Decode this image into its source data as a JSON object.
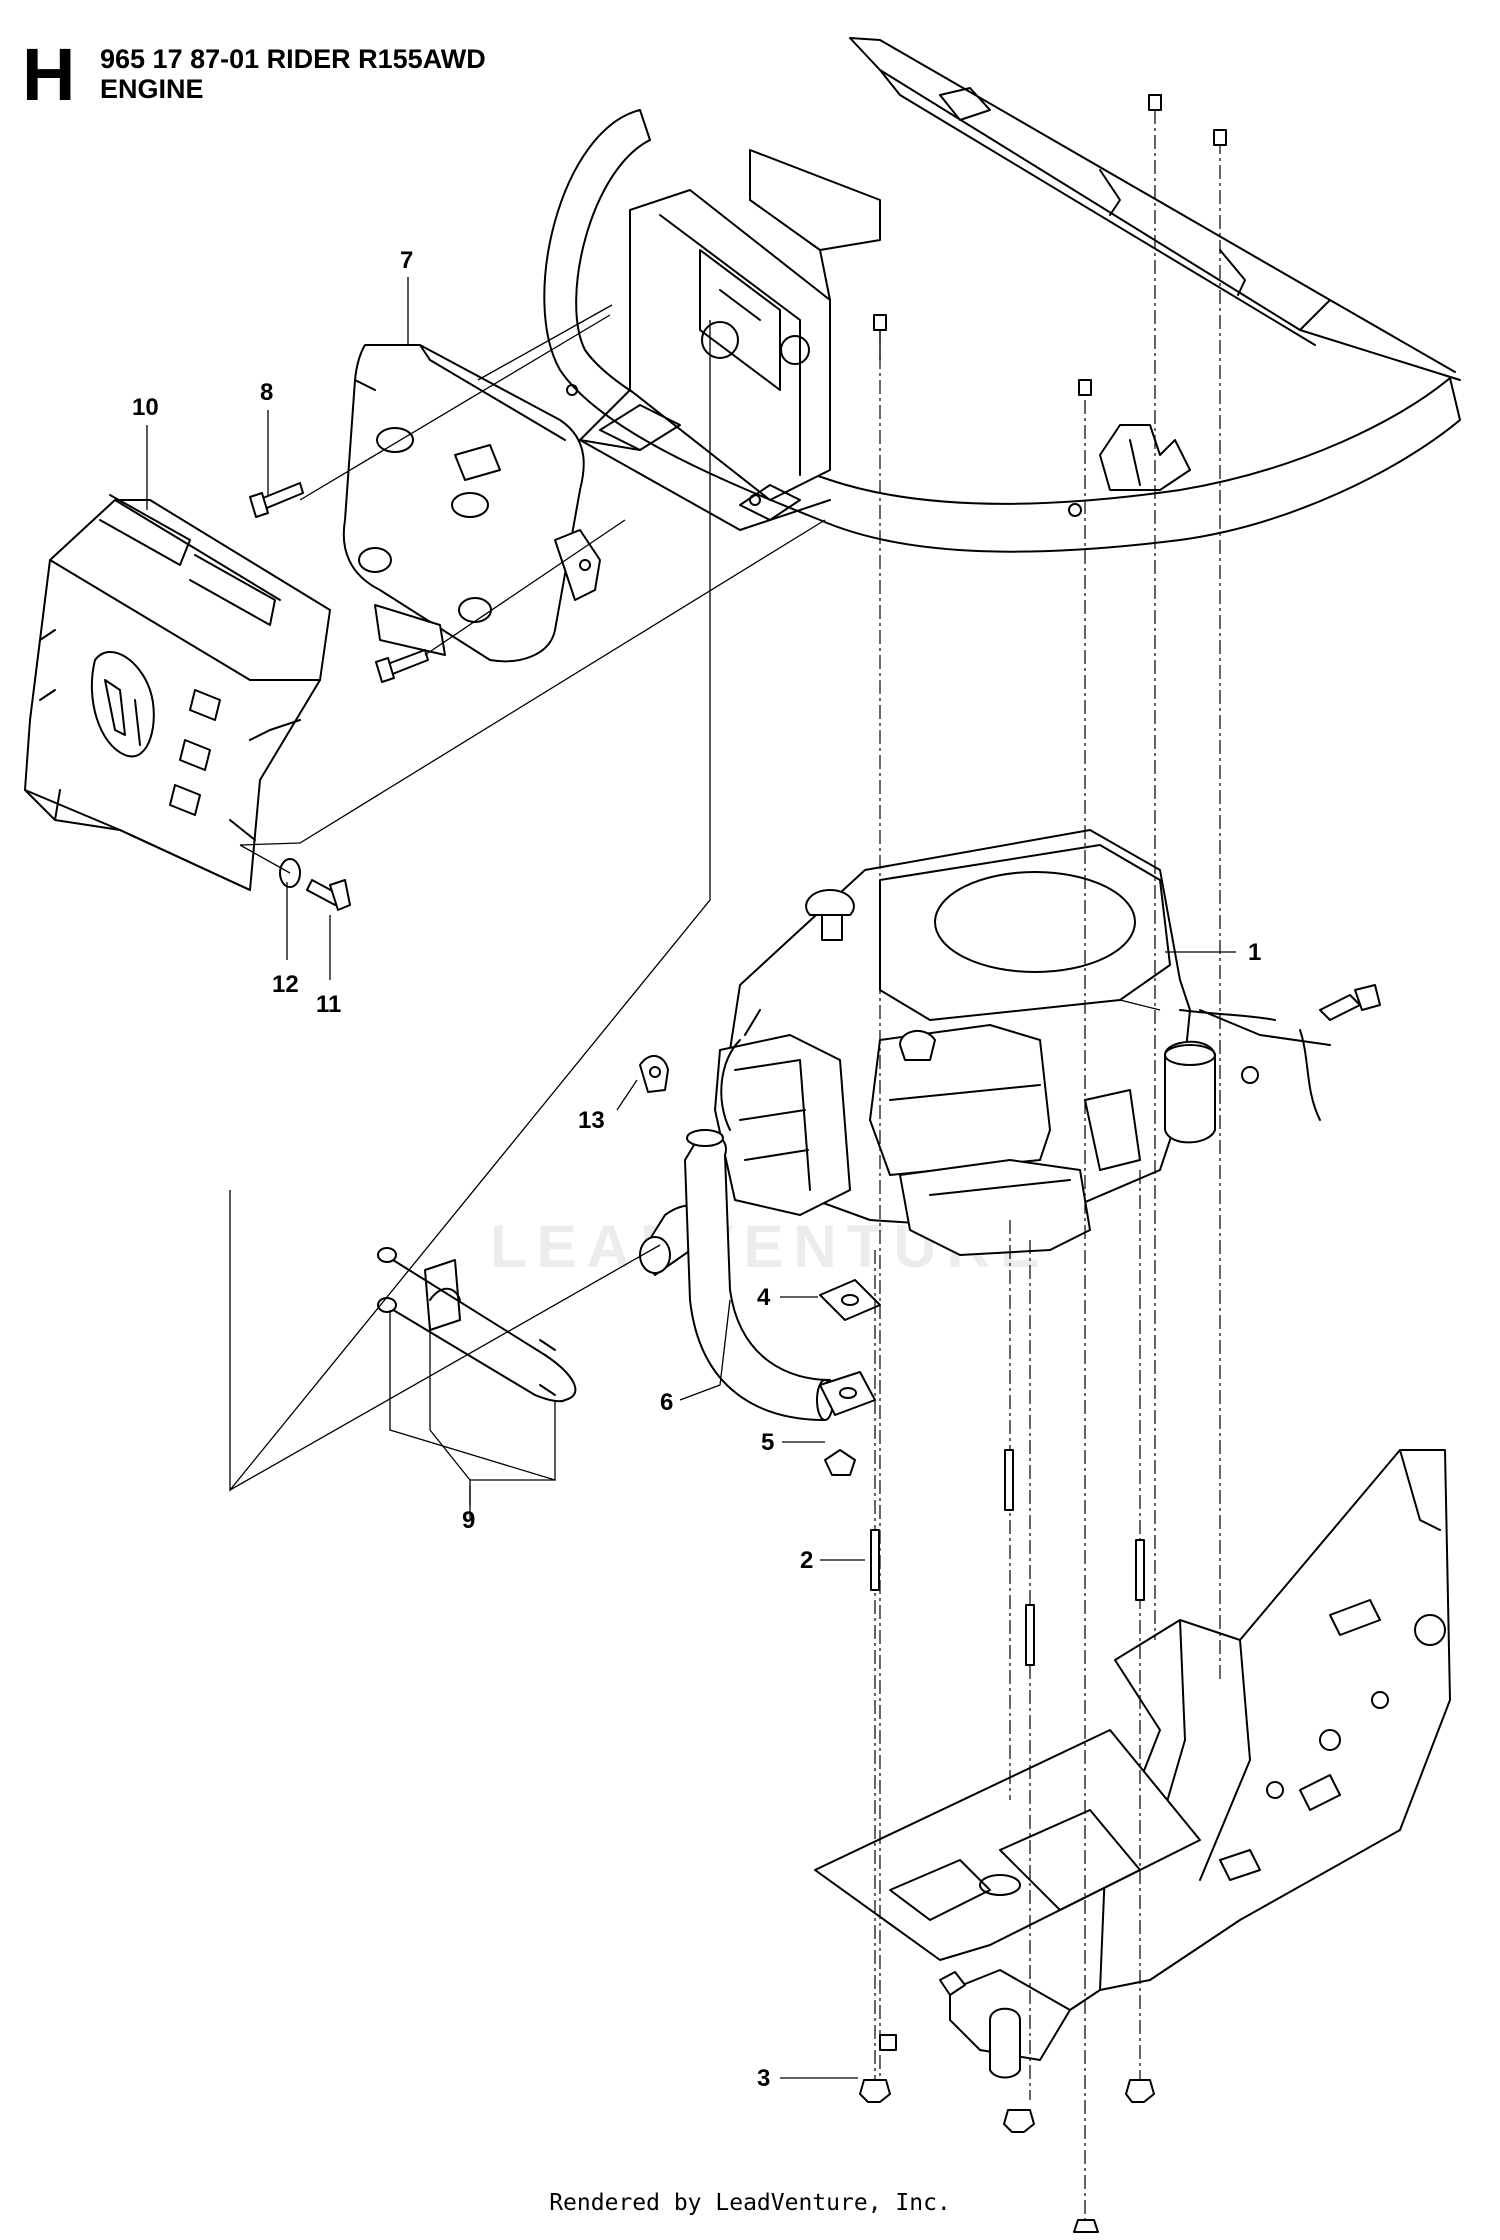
{
  "header": {
    "section_letter": "H",
    "title_line1": "965 17 87-01 RIDER R155AWD",
    "title_line2": "ENGINE"
  },
  "watermark": "LEADVENTURE",
  "footer": "Rendered by LeadVenture, Inc.",
  "callouts": [
    {
      "id": "1",
      "label": "1"
    },
    {
      "id": "2",
      "label": "2"
    },
    {
      "id": "3",
      "label": "3"
    },
    {
      "id": "4",
      "label": "4"
    },
    {
      "id": "5",
      "label": "5"
    },
    {
      "id": "6",
      "label": "6"
    },
    {
      "id": "7",
      "label": "7"
    },
    {
      "id": "8",
      "label": "8"
    },
    {
      "id": "9",
      "label": "9"
    },
    {
      "id": "10",
      "label": "10"
    },
    {
      "id": "11",
      "label": "11"
    },
    {
      "id": "12",
      "label": "12"
    },
    {
      "id": "13",
      "label": "13"
    }
  ]
}
